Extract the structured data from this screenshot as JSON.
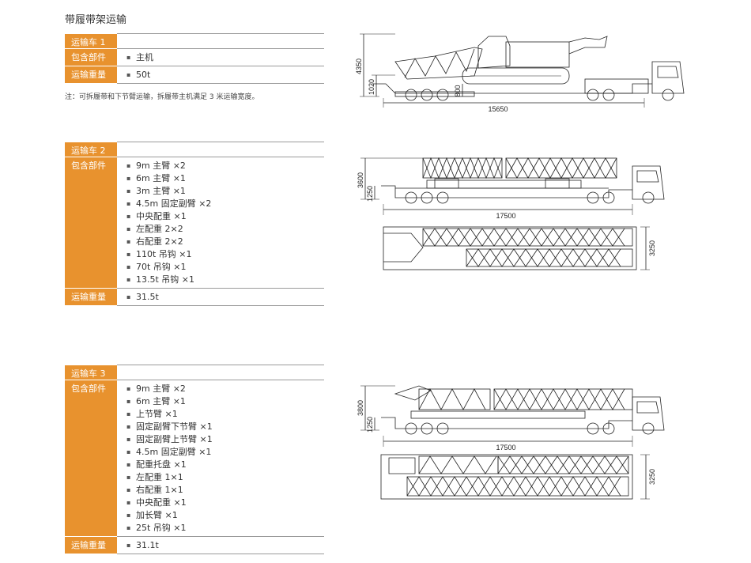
{
  "title": "带履带架运输",
  "note": "注：可拆履带和下节臂运输，拆履带主机满足 3 米运输宽度。",
  "labels": {
    "contents": "包含部件",
    "weight": "运输重量"
  },
  "vehicles": [
    {
      "name": "运输车 1",
      "items": [
        "主机"
      ],
      "weight": "50t",
      "dims": {
        "height": "4350",
        "lower": "1020",
        "bed": "800",
        "length": "15650"
      }
    },
    {
      "name": "运输车 2",
      "items": [
        "9m 主臂 ×2",
        "6m 主臂 ×1",
        "3m 主臂 ×1",
        "4.5m 固定副臂 ×2",
        "中央配重 ×1",
        "左配重 2×2",
        "右配重 2×2",
        "110t 吊钩 ×1",
        "70t 吊钩 ×1",
        "13.5t 吊钩 ×1"
      ],
      "weight": "31.5t",
      "dims": {
        "height": "3600",
        "lower": "1250",
        "length": "17500",
        "width": "3250"
      }
    },
    {
      "name": "运输车 3",
      "items": [
        "9m 主臂 ×2",
        "6m 主臂 ×1",
        "上节臂 ×1",
        "固定副臂下节臂 ×1",
        "固定副臂上节臂 ×1",
        "4.5m 固定副臂 ×1",
        "配重托盘 ×1",
        "左配重 1×1",
        "右配重 1×1",
        "中央配重 ×1",
        "加长臂 ×1",
        "25t 吊钩 ×1"
      ],
      "weight": "31.1t",
      "dims": {
        "height": "3800",
        "lower": "1250",
        "length": "17500",
        "width": "3250"
      }
    }
  ]
}
